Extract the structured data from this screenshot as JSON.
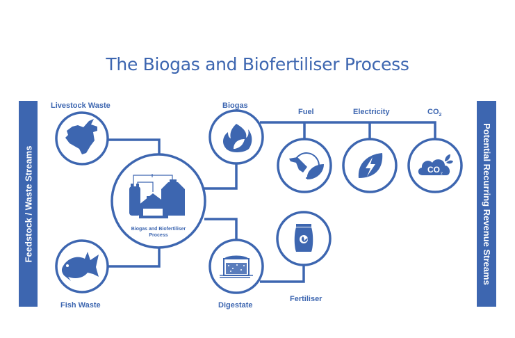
{
  "title": "The Biogas and Biofertiliser Process",
  "left_banner": "Feedstock / Waste Streams",
  "right_banner": "Potential Recurring Revenue Streams",
  "colors": {
    "primary": "#3d66b0",
    "background": "#ffffff"
  },
  "nodes": {
    "livestock": {
      "label": "Livestock Waste",
      "icon": "cow-head-icon"
    },
    "fish": {
      "label": "Fish Waste",
      "icon": "fish-icon"
    },
    "process": {
      "label_line1": "Biogas and Biofertiliser",
      "label_line2": "Process",
      "icon": "biogas-plant-icon"
    },
    "biogas": {
      "label": "Biogas",
      "icon": "flame-leaf-icon"
    },
    "fuel": {
      "label": "Fuel",
      "icon": "fuel-nozzle-leaf-icon"
    },
    "electricity": {
      "label": "Electricity",
      "icon": "lightning-leaf-icon"
    },
    "co2": {
      "label": "CO",
      "subscript": "2",
      "icon": "co2-cloud-icon"
    },
    "digestate": {
      "label": "Digestate",
      "icon": "digester-tank-icon"
    },
    "fertiliser": {
      "label": "Fertiliser",
      "icon": "fertiliser-bag-icon"
    }
  }
}
